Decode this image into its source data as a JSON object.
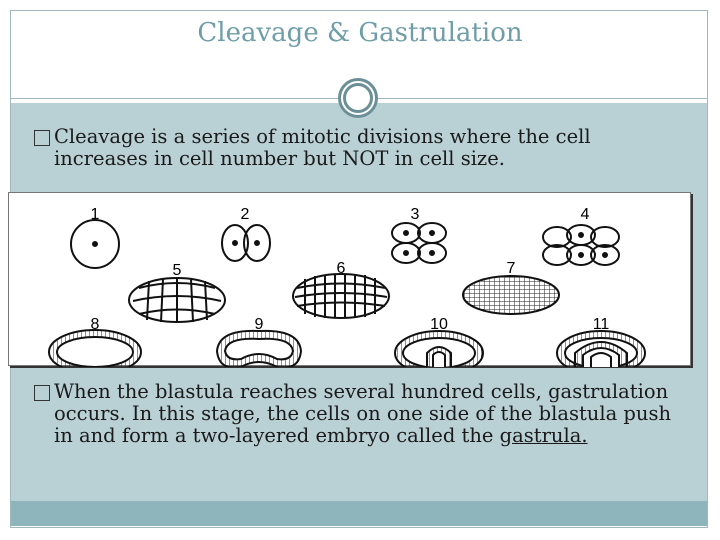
{
  "slide": {
    "title": "Cleavage & Gastrulation",
    "bullets": [
      {
        "text": "Cleavage is a series of mitotic divisions where the cell increases in cell number but NOT in cell size."
      },
      {
        "text_before": "When the blastula reaches several hundred cells, gastrulation occurs. In this stage, the cells on one side of the blastula push in and form a two-layered embryo called the ",
        "link_text": "gastrula."
      }
    ]
  },
  "figure": {
    "stage_labels": [
      "1",
      "2",
      "3",
      "4",
      "5",
      "6",
      "7",
      "8",
      "9",
      "10",
      "11"
    ]
  },
  "colors": {
    "title": "#6f9ea8",
    "content_bg": "#b9d0d5",
    "footer_bg": "#8fb5bc",
    "frame": "#9fb8bd"
  }
}
